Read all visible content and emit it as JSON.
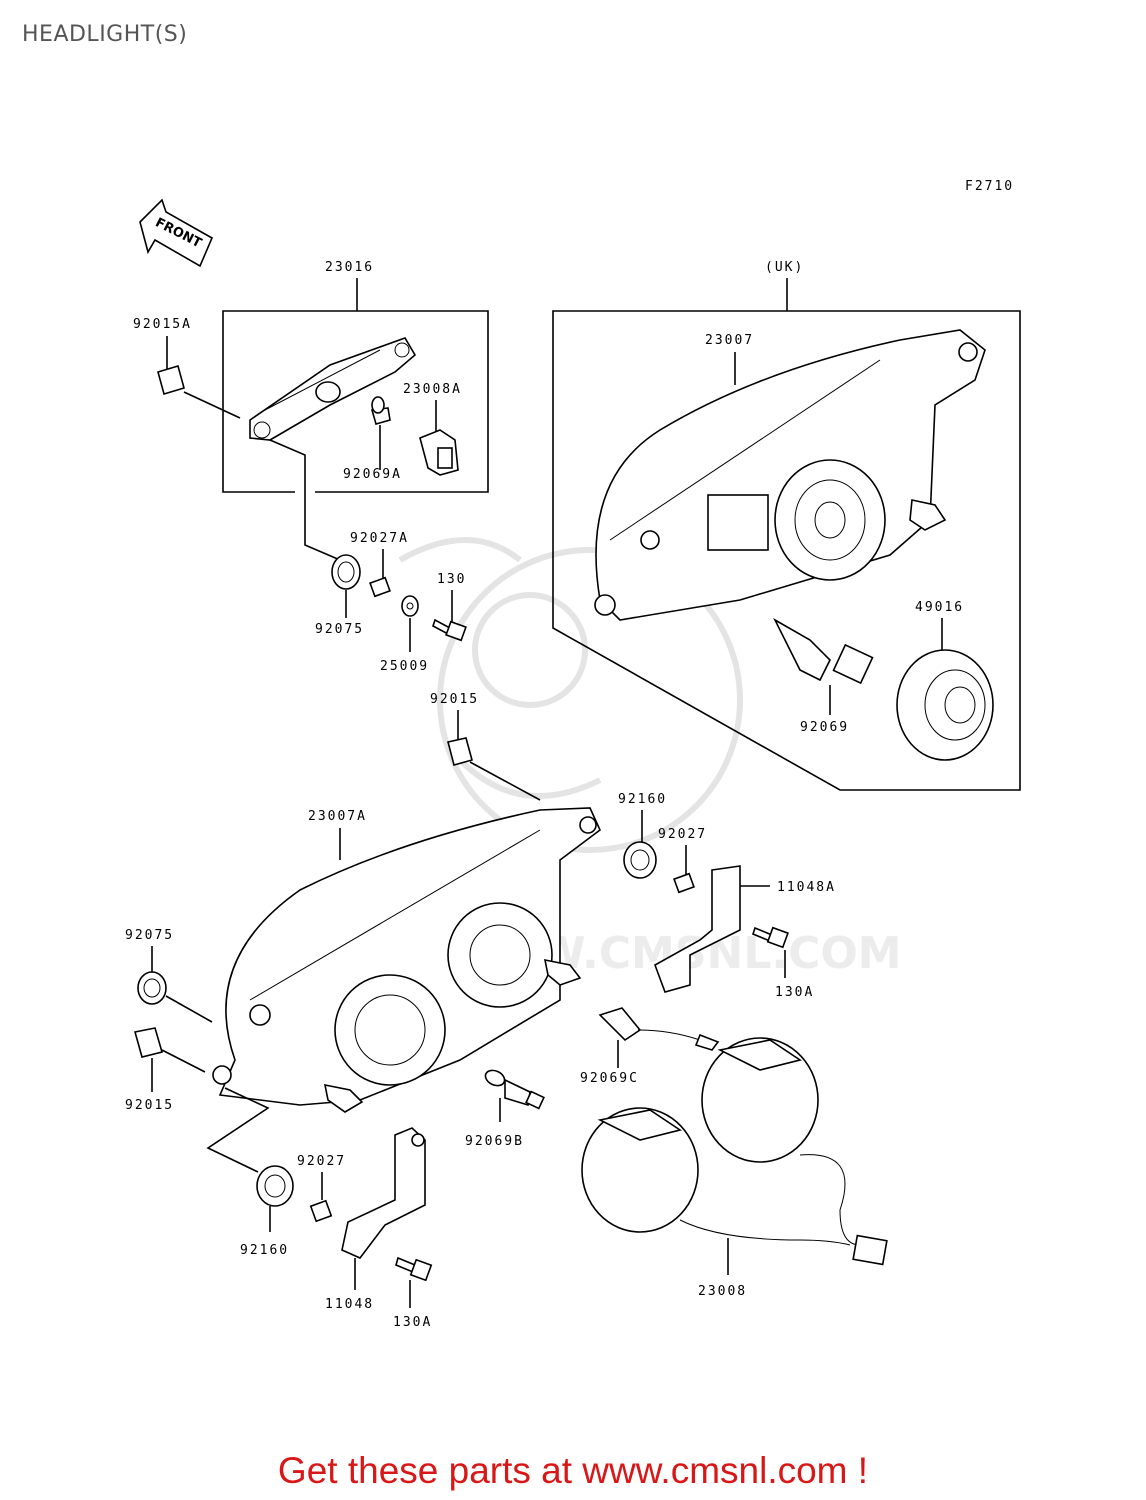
{
  "page_title": "HEADLIGHT(S)",
  "figure_code": "F2710",
  "front_label": "FRONT",
  "uk_label": "(UK)",
  "footer_text": "Get these parts at www.cmsnl.com !",
  "watermark_text": "WWW.CMSNL.COM",
  "parts": {
    "p23016": "23016",
    "p92015A": "92015A",
    "p23008A": "23008A",
    "p92069A": "92069A",
    "p92027A": "92027A",
    "p130": "130",
    "p92075_top": "92075",
    "p25009": "25009",
    "p92015_mid": "92015",
    "p23007": "23007",
    "p49016": "49016",
    "p92069": "92069",
    "p23007A": "23007A",
    "p92160_top": "92160",
    "p92027_top": "92027",
    "p11048A": "11048A",
    "p130A_top": "130A",
    "p92075_left": "92075",
    "p92015_left": "92015",
    "p92069C": "92069C",
    "p92069B": "92069B",
    "p92027_bot": "92027",
    "p92160_bot": "92160",
    "p11048": "11048",
    "p130A_bot": "130A",
    "p23008": "23008"
  }
}
